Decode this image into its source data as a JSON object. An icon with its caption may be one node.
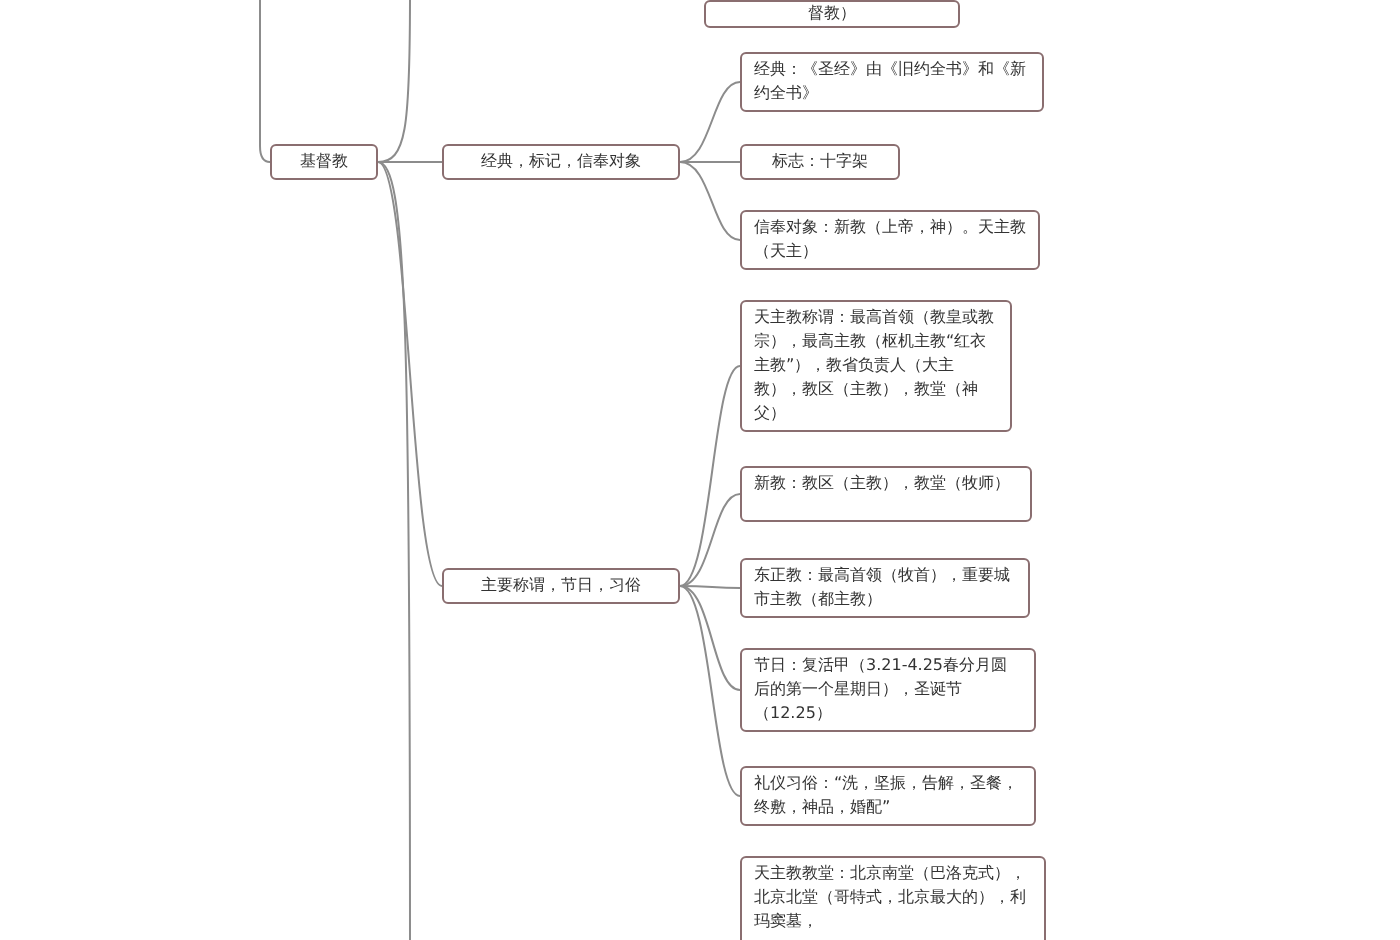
{
  "diagram": {
    "nodes": [
      {
        "text": [
          "督教）"
        ]
      },
      {
        "text": [
          "基督教"
        ]
      },
      {
        "text": [
          "经典，标记，信奉对象"
        ]
      },
      {
        "text": [
          "经典：《圣经》由《旧约全书》和《新约全书》"
        ]
      },
      {
        "text": [
          "标志：十字架"
        ]
      },
      {
        "text": [
          "信奉对象：新教（上帝，神）。天主教（天主）"
        ]
      },
      {
        "text": [
          "主要称谓，节日，习俗"
        ]
      },
      {
        "text": [
          "天主教称谓：最高首领（教皇或教宗），最高主教（枢机主教“红衣主教”），教省负责人（大主教），教区（主教），教堂（神父）"
        ]
      },
      {
        "text": [
          "新教：教区（主教），教堂（牧师）"
        ]
      },
      {
        "text": [
          "东正教：最高首领（牧首），重要城市主教（都主教）"
        ]
      },
      {
        "text": [
          "节日：复活甲（3.21-4.25春分月圆后的第一个星期日），圣诞节（12.25）"
        ]
      },
      {
        "text": [
          "礼仪习俗：“洗，坚振，告解，圣餐，终敷，神品，婚配”"
        ]
      },
      {
        "text": [
          "天主教教堂：北京南堂（巴洛克式），北京北堂（哥特式，北京最大的），利玛窦墓，"
        ]
      }
    ],
    "edges": [
      {
        "from": null,
        "to": 1,
        "arrow": "none"
      },
      {
        "from": 1,
        "to": null,
        "arrow": "none"
      },
      {
        "from": 1,
        "to": null,
        "arrow": "none"
      },
      {
        "from": 1,
        "to": 6,
        "arrow": "none"
      },
      {
        "from": 1,
        "to": 2,
        "arrow": "none"
      },
      {
        "from": 2,
        "to": 3,
        "arrow": "none"
      },
      {
        "from": 2,
        "to": 4,
        "arrow": "none"
      },
      {
        "from": 2,
        "to": 5,
        "arrow": "none"
      },
      {
        "from": 6,
        "to": 7,
        "arrow": "none"
      },
      {
        "from": 6,
        "to": 8,
        "arrow": "none"
      },
      {
        "from": 6,
        "to": 9,
        "arrow": "none"
      },
      {
        "from": 6,
        "to": 10,
        "arrow": "none"
      },
      {
        "from": 6,
        "to": 11,
        "arrow": "none"
      }
    ]
  }
}
